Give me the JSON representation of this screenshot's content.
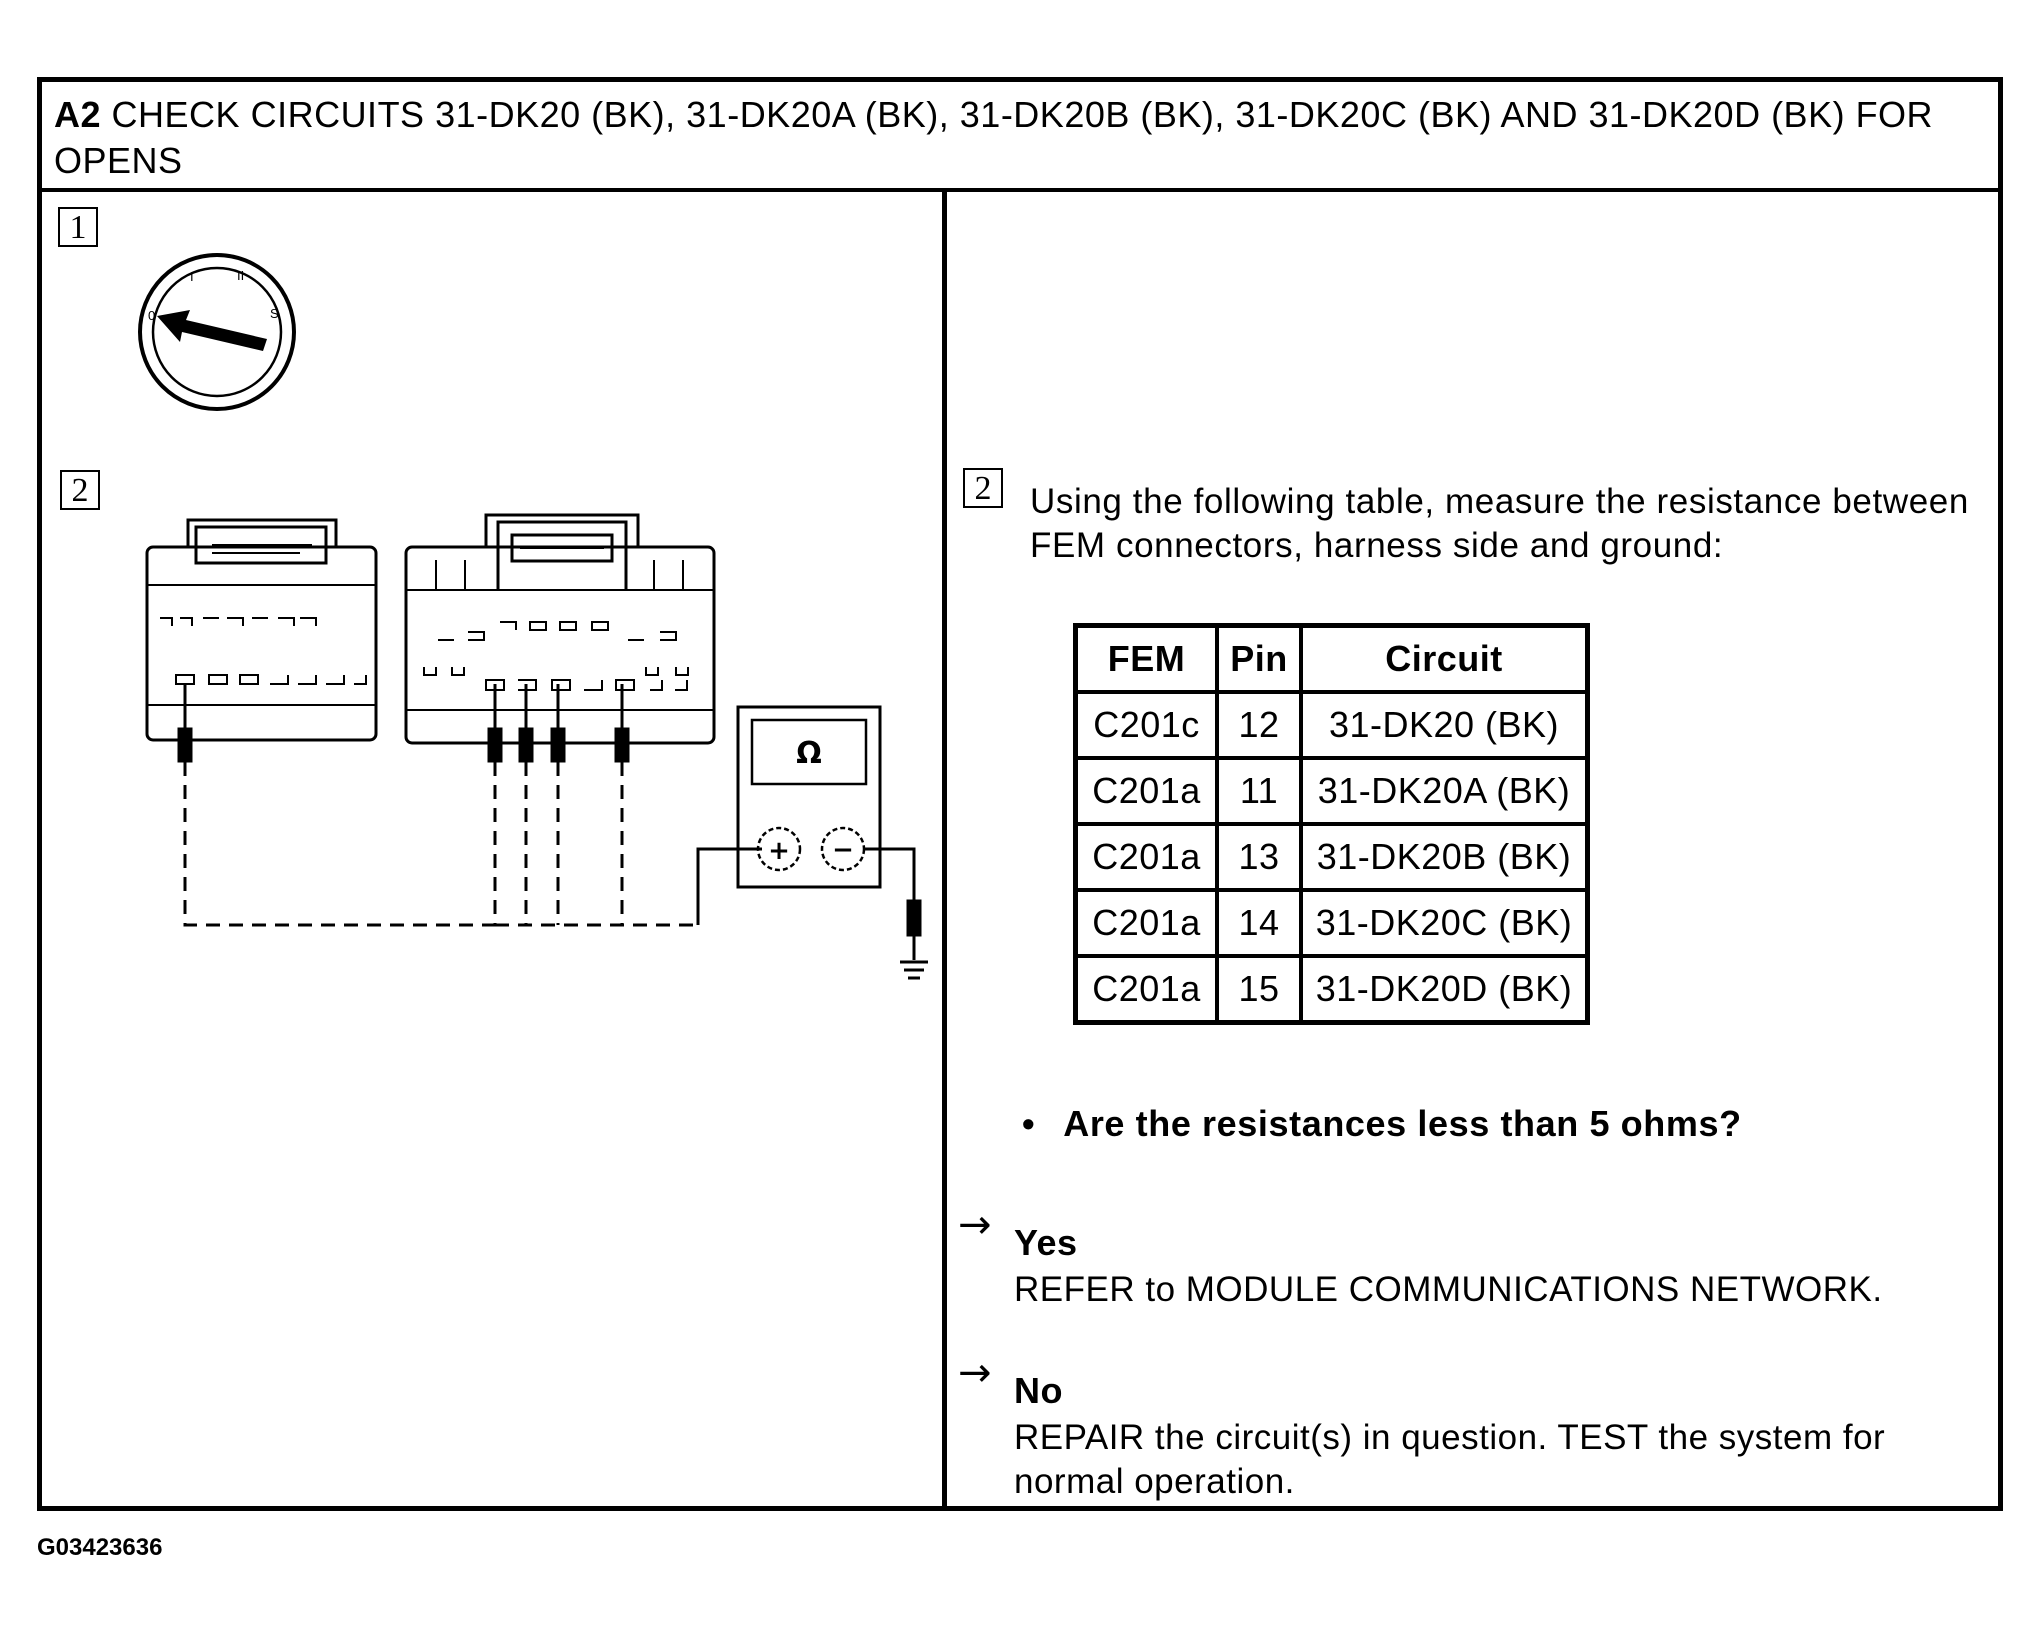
{
  "header": {
    "step_id": "A2",
    "title": "CHECK CIRCUITS 31-DK20 (BK), 31-DK20A (BK), 31-DK20B (BK), 31-DK20C (BK) AND 31-DK20D (BK) FOR OPENS"
  },
  "steps": {
    "step1": "1",
    "step2_left": "2",
    "step2_right": "2"
  },
  "ignition": {
    "positions": [
      "0",
      "I",
      "II",
      "S"
    ]
  },
  "meter": {
    "symbol": "Ω",
    "plus": "+",
    "minus": "−"
  },
  "instruction": "Using the following table, measure the resistance between FEM connectors, harness side and ground:",
  "table": {
    "headers": [
      "FEM",
      "Pin",
      "Circuit"
    ],
    "rows": [
      [
        "C201c",
        "12",
        "31-DK20 (BK)"
      ],
      [
        "C201a",
        "11",
        "31-DK20A (BK)"
      ],
      [
        "C201a",
        "13",
        "31-DK20B (BK)"
      ],
      [
        "C201a",
        "14",
        "31-DK20C (BK)"
      ],
      [
        "C201a",
        "15",
        "31-DK20D (BK)"
      ]
    ]
  },
  "question": "Are the resistances less than 5 ohms?",
  "answers": {
    "yes": {
      "label": "Yes",
      "text": "REFER to  MODULE COMMUNICATIONS NETWORK."
    },
    "no": {
      "label": "No",
      "text": "REPAIR the circuit(s) in question. TEST the system for normal operation."
    }
  },
  "figure_id": "G03423636"
}
